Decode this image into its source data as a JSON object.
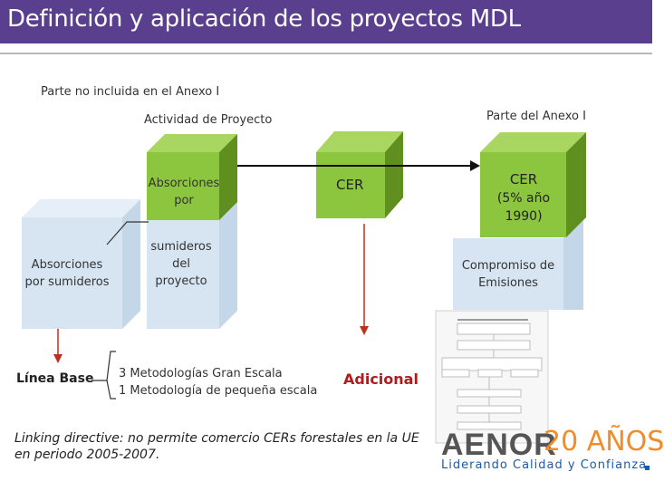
{
  "title": "Definición y aplicación de los proyectos MDL",
  "labels": {
    "parte_no_incluida": "Parte no incluida en el Anexo I",
    "actividad_proyecto": "Actividad de Proyecto",
    "parte_anexo": "Parte del Anexo I",
    "absorciones_por": "Absorciones por",
    "sumideros_proyecto": "sumideros del proyecto",
    "absorciones_sumideros": "Absorciones por sumideros",
    "cer_middle": "CER",
    "cer_right": "CER",
    "cer_right_detail": "(5% año 1990)",
    "compromiso": "Compromiso de Emisiones",
    "linea_base": "Línea Base",
    "metodologias_1": "3 Metodologías Gran Escala",
    "metodologias_2": "1 Metodología de pequeña escala",
    "adicional": "Adicional",
    "linking_directive": "Linking directive: no permite comercio CERs forestales en la UE en periodo 2005-2007."
  },
  "logo": {
    "brand": "AENOR",
    "anniversary": "20 AÑOS",
    "tagline": "Liderando Calidad y Confianza"
  },
  "colors": {
    "title_bg": "#5b3f8f",
    "green": "#8cc63f",
    "green_dark": "#5f8f1f",
    "green_top": "#a8d660",
    "light_blue": "#d6e5f1",
    "light_blue_top": "#e6eff7",
    "arrow_red": "#b8321f",
    "adicional_red": "#b01c1c",
    "logo_orange": "#f28c28",
    "logo_blue": "#1f5aa6"
  }
}
